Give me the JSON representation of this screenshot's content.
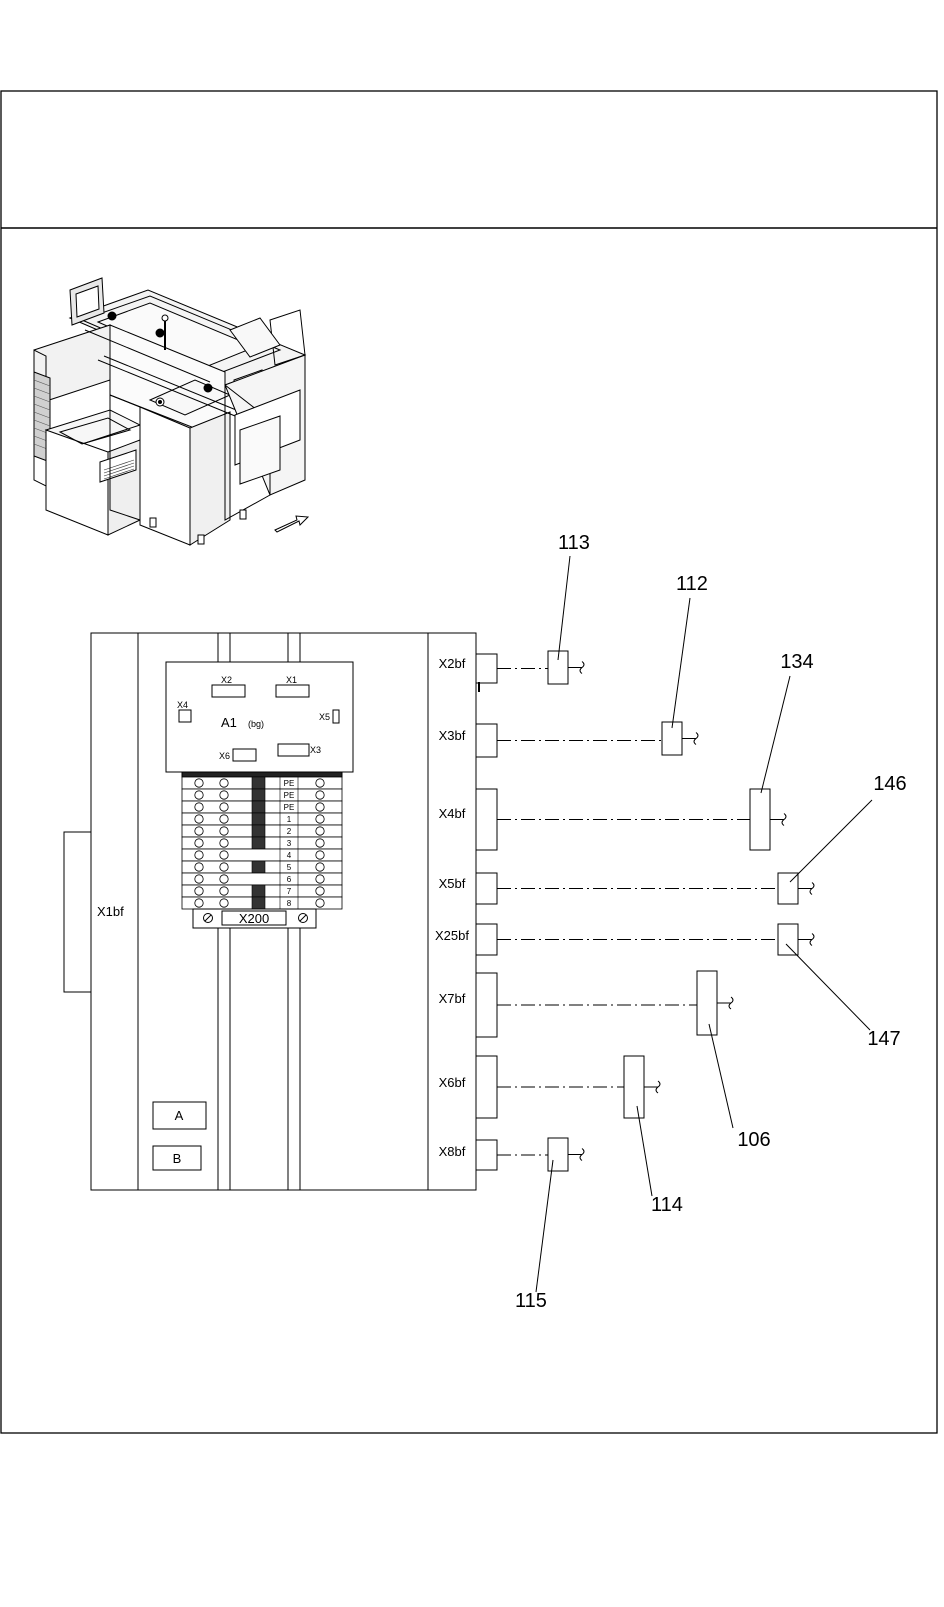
{
  "diagram": {
    "pcb": {
      "connectors": [
        "X2",
        "X1",
        "X4",
        "X5",
        "X6",
        "X3"
      ],
      "module_name": "A1",
      "module_sub": "(bg)"
    },
    "terminal_block": {
      "name": "X200",
      "terminal_labels": [
        "PE",
        "PE",
        "PE",
        "1",
        "2",
        "3",
        "4",
        "5",
        "6",
        "7",
        "8"
      ]
    },
    "left_connector": "X1bf",
    "switches": [
      "A",
      "B"
    ],
    "connections": [
      {
        "connector": "X2bf",
        "ref": "113"
      },
      {
        "connector": "X3bf",
        "ref": "112"
      },
      {
        "connector": "X4bf",
        "ref": "134"
      },
      {
        "connector": "X5bf",
        "ref": "146"
      },
      {
        "connector": "X25bf",
        "ref": "147"
      },
      {
        "connector": "X7bf",
        "ref": "106"
      },
      {
        "connector": "X6bf",
        "ref": "114"
      },
      {
        "connector": "X8bf",
        "ref": "115"
      }
    ],
    "machine_illustration": "isometric-machine-drawing"
  }
}
